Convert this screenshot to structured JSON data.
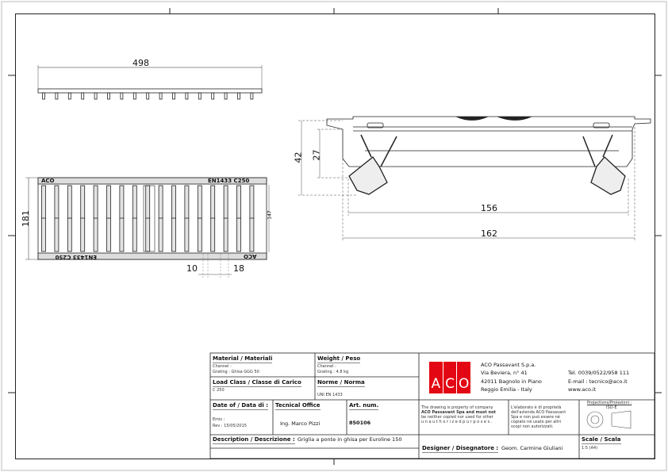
{
  "drawing": {
    "dimensions": {
      "length": "498",
      "width": "181",
      "inner_width": "147",
      "bar_width": "10",
      "bar_gap": "18",
      "height": "42",
      "inner_height": "27",
      "section_inner": "156",
      "section_outer": "162"
    },
    "grating_markings": {
      "brand": "ACO",
      "standard": "EN1433 C250"
    }
  },
  "title_block": {
    "material": {
      "label": "Material / Materiali",
      "channel": "Channel :",
      "grating": "Grating : Ghisa GGG 50"
    },
    "weight": {
      "label": "Weight / Peso",
      "channel": "Channel :",
      "grating": "Grating : 4.8 kg"
    },
    "load_class": {
      "label": "Load Class / Classe di Carico",
      "value": "C 250"
    },
    "norm": {
      "label": "Norme / Norma",
      "value": "UNI EN 1433"
    },
    "date": {
      "label": "Date of / Data di :",
      "emis": "Emis :",
      "rev": "Rev : 15/05/2015"
    },
    "office": {
      "label": "Tecnical Office",
      "value": "Ing. Marco Pizzi"
    },
    "art": {
      "label": "Art. num.",
      "value": "850106"
    },
    "description": {
      "label": "Description / Descrizione :",
      "value": "Griglia a ponte in ghisa per Euroline 150"
    },
    "company": {
      "logo": "ACO",
      "logo_letters": [
        "A",
        "C",
        "O"
      ],
      "name": "ACO Passavant S.p.a.",
      "street": "Via Beviera, n° 41",
      "city": "42011 Bagnolo in Piano",
      "region": "Reggio Emilia - Italy",
      "tel": "Tel. 0039/0522/958 111",
      "email": "E-mail : tecnico@aco.it",
      "web": "www.aco.it",
      "brand_color": "#e30613"
    },
    "notice_en": [
      "The drawing is property of company",
      "ACO Passavant Spa and must not",
      "be neither copied nor used for other",
      "u n a u t h o r i z e d   p u r p o s e s ."
    ],
    "notice_it": [
      "L'elaborato è di proprietà",
      "dell'azienda ACO Passavant",
      "Spa e non può essere né",
      "copiato né usato per altri",
      "scopi non autorizzati."
    ],
    "projection": {
      "label": "Projections/Proiezioni :",
      "value": "ISO-E"
    },
    "designer": {
      "label": "Designer / Disegnatore :",
      "value": "Geom. Carmine Giuliani"
    },
    "scale": {
      "label": "Scale / Scala",
      "value": "1:5 (A4)"
    }
  }
}
